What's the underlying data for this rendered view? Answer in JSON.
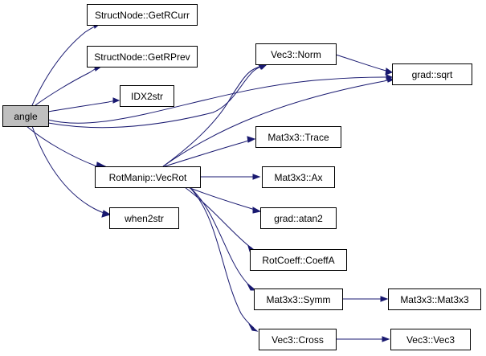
{
  "graph": {
    "colors": {
      "edge": "#191970",
      "root_fill": "#bfbfbf",
      "node_fill": "#ffffff",
      "border": "#000000"
    },
    "nodes": [
      {
        "id": "angle",
        "label": "angle",
        "root": true
      },
      {
        "id": "getrcurr",
        "label": "StructNode::GetRCurr"
      },
      {
        "id": "getrprev",
        "label": "StructNode::GetRPrev"
      },
      {
        "id": "idx2str",
        "label": "IDX2str"
      },
      {
        "id": "vecrot",
        "label": "RotManip::VecRot"
      },
      {
        "id": "when2str",
        "label": "when2str"
      },
      {
        "id": "norm",
        "label": "Vec3::Norm"
      },
      {
        "id": "sqrt",
        "label": "grad::sqrt"
      },
      {
        "id": "trace",
        "label": "Mat3x3::Trace"
      },
      {
        "id": "ax",
        "label": "Mat3x3::Ax"
      },
      {
        "id": "atan2",
        "label": "grad::atan2"
      },
      {
        "id": "coeffa",
        "label": "RotCoeff::CoeffA"
      },
      {
        "id": "symm",
        "label": "Mat3x3::Symm"
      },
      {
        "id": "mat3x3",
        "label": "Mat3x3::Mat3x3"
      },
      {
        "id": "cross",
        "label": "Vec3::Cross"
      },
      {
        "id": "vec3",
        "label": "Vec3::Vec3"
      }
    ],
    "edges": [
      [
        "angle",
        "getrcurr"
      ],
      [
        "angle",
        "getrprev"
      ],
      [
        "angle",
        "idx2str"
      ],
      [
        "angle",
        "norm"
      ],
      [
        "angle",
        "sqrt"
      ],
      [
        "angle",
        "vecrot"
      ],
      [
        "angle",
        "when2str"
      ],
      [
        "norm",
        "sqrt"
      ],
      [
        "vecrot",
        "norm"
      ],
      [
        "vecrot",
        "trace"
      ],
      [
        "vecrot",
        "ax"
      ],
      [
        "vecrot",
        "atan2"
      ],
      [
        "vecrot",
        "coeffa"
      ],
      [
        "vecrot",
        "symm"
      ],
      [
        "vecrot",
        "cross"
      ],
      [
        "vecrot",
        "sqrt"
      ],
      [
        "symm",
        "mat3x3"
      ],
      [
        "cross",
        "vec3"
      ]
    ]
  }
}
